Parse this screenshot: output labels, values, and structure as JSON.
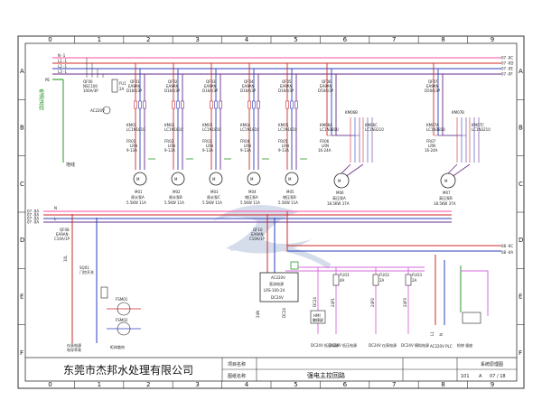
{
  "frame": {
    "col_numbers": [
      "0",
      "1",
      "2",
      "3",
      "4",
      "5",
      "6",
      "7",
      "8",
      "9"
    ],
    "row_letters": [
      "A",
      "B",
      "C",
      "D",
      "E",
      "F"
    ]
  },
  "bus_top": {
    "left_labels": [
      "N -1",
      "L1 -1",
      "L2 -1",
      "L3 -1"
    ],
    "pe_label": "PE",
    "right_labels": [
      "07 -0C",
      "07 -0D",
      "07 -0E",
      "07 -0F"
    ],
    "power_inlet": "电源进线",
    "ground_label": "地线"
  },
  "main_breaker": {
    "tag": "QF00",
    "spec": "NSC100",
    "rating": "100A/3P"
  },
  "fuse1": {
    "tag": "FU1",
    "rating": "2A"
  },
  "indicator": "AC220V",
  "motor_groups": [
    {
      "qf": "QF01",
      "qf_type": "EA9AN",
      "qf_rating": "D16A/3P",
      "km": "KM01",
      "km_type": "LC1N1810",
      "fr": "FR01",
      "fr_type": "LRN",
      "fr_range": "9-13A",
      "motor": "M01",
      "name": "原水泵A",
      "power": "5.5KW 11A"
    },
    {
      "qf": "QF02",
      "qf_type": "EA9AN",
      "qf_rating": "D16A/3P",
      "km": "KM02",
      "km_type": "LC1N1810",
      "fr": "FR02",
      "fr_type": "LRN",
      "fr_range": "9-13A",
      "motor": "M02",
      "name": "原水泵B",
      "power": "5.5KW 11A"
    },
    {
      "qf": "QF03",
      "qf_type": "EA9AN",
      "qf_rating": "D16A/3P",
      "km": "KM03",
      "km_type": "LC1N1810",
      "fr": "FR03",
      "fr_type": "LRN",
      "fr_range": "9-13A",
      "motor": "M03",
      "name": "原水泵C",
      "power": "5.5KW 11A"
    },
    {
      "qf": "QF04",
      "qf_type": "EA9AN",
      "qf_rating": "D16A/3P",
      "km": "KM04",
      "km_type": "LC1N1810",
      "fr": "FR04",
      "fr_type": "LRN",
      "fr_range": "9-13A",
      "motor": "M04",
      "name": "增压泵A",
      "power": "5.5KW 11A"
    },
    {
      "qf": "QF05",
      "qf_type": "EA9AN",
      "qf_rating": "D16A/3P",
      "km": "KM05",
      "km_type": "LC1N1810",
      "fr": "FR05",
      "fr_type": "LRN",
      "fr_range": "9-13A",
      "motor": "M05",
      "name": "增压泵B",
      "power": "5.5KW 11A"
    }
  ],
  "big_groups": [
    {
      "qf": "QF06",
      "qf_type": "EA9AN",
      "qf_rating": "D50A/3P",
      "km_a": "KM06A",
      "km_b": "KM06B",
      "km_c": "KM06C",
      "km_a_type": "LC1N3810",
      "km_c_type": "LC1N3210",
      "fr": "FR06",
      "fr_type": "LRN",
      "fr_range": "16-24A",
      "motor": "M06",
      "name": "高压泵A",
      "power": "18.5KW 37A"
    },
    {
      "qf": "QF07",
      "qf_type": "EA9AN",
      "qf_rating": "D50A/3P",
      "km_a": "KM07A",
      "km_b": "KM07B",
      "km_c": "KM07C",
      "km_a_type": "LC1N3810",
      "km_c_type": "LC1N3210",
      "fr": "FR07",
      "fr_type": "LRN",
      "fr_range": "16-24A",
      "motor": "M07",
      "name": "高压泵B",
      "power": "18.5KW 37A"
    }
  ],
  "bus_mid": {
    "left_labels": [
      "07 -9A",
      "07 -9A",
      "07 -9A",
      "07 -9A"
    ],
    "n_label": "N",
    "l_label": "L",
    "right_labels": [
      "08 -0C",
      "08 -0A"
    ]
  },
  "left_branch": {
    "qf": "QF08",
    "qf_type": "EA9AN",
    "qf_rating": "C10A/1P",
    "wire": "10L",
    "sq": "SQ01",
    "sq_spec": "门控开关",
    "fans": [
      "FSM01",
      "FSM02"
    ],
    "caption_instr": "仪表电源",
    "caption_instr2": "电导率表",
    "caption_fan": "柜体散热"
  },
  "psu": {
    "qf": "QF10",
    "qf_type": "EA9AN",
    "qf_rating": "C10A/1P",
    "in_label": "AC220V",
    "title": "直流电源",
    "model": "LRS-100-24",
    "out_label": "DC24V",
    "wires": [
      "24N",
      "DC24"
    ]
  },
  "loads": [
    {
      "fuse": "",
      "fuse_rating": "",
      "wire": "DC24",
      "name": "HMI",
      "sub": "触摸屏",
      "caption": "DC24V 低压电源"
    },
    {
      "fuse": "FUO1",
      "fuse_rating": "4A",
      "wire": "24P1",
      "name": "",
      "sub": "",
      "caption": "DC24V 低压电源"
    },
    {
      "fuse": "FUO2",
      "fuse_rating": "2A",
      "wire": "24P2",
      "name": "",
      "sub": "",
      "caption": "DC24V 仪表电源"
    },
    {
      "fuse": "FUO3",
      "fuse_rating": "2A",
      "wire": "24P3",
      "name": "",
      "sub": "",
      "caption": "DC24V 模拟电源"
    }
  ],
  "plc": {
    "wires": [
      "L1",
      "N"
    ],
    "caption": "AC220V PLC"
  },
  "socket": {
    "caption": "检修 插座"
  },
  "title_block": {
    "company": "东莞市杰邦水处理有限公司",
    "row1_label": "项目名称",
    "row2_label": "图纸名称",
    "drawing_name": "强电主控回路",
    "label_scheme": "系统原理图",
    "sheet_code": "101",
    "rev": "A",
    "sheet_num": "07 / 18"
  },
  "colors": {
    "l1": "#cc2a2a",
    "l2": "#2b3fbf",
    "l3": "#6a2a8a",
    "n_line": "#ff4fa3",
    "pe": "#2a9a2a",
    "dc": "#d46ad8",
    "frame": "#333333"
  }
}
